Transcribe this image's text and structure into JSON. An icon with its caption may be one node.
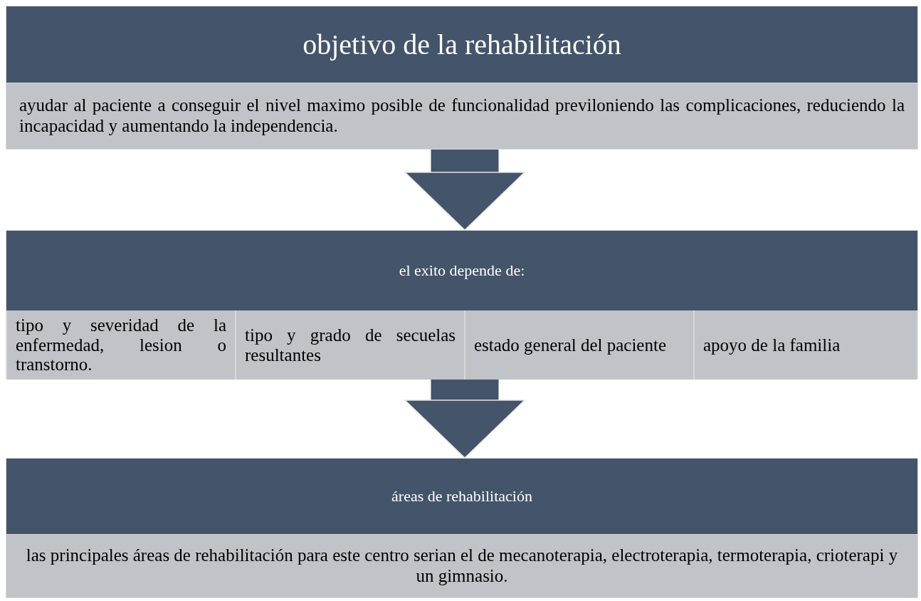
{
  "diagram": {
    "nodes": [
      {
        "text": [
          "objetivo de la rehabilitación",
          "ayudar al paciente a conseguir el nivel maximo posible de funcionalidad previloniendo las complicaciones, reduciendo la incapacidad y aumentando la independencia."
        ]
      },
      {
        "text": [
          "el exito depende de:"
        ]
      },
      {
        "text": [
          "tipo y severidad de la enfermedad, lesion o transtorno."
        ],
        "in": 1
      },
      {
        "text": [
          "tipo y grado de secuelas resultantes"
        ],
        "in": 1
      },
      {
        "text": [
          "estado general del paciente"
        ],
        "in": 1
      },
      {
        "text": [
          "apoyo de la familia"
        ],
        "in": 1
      },
      {
        "text": [
          "áreas de rehabilitación",
          "las principales áreas de rehabilitación para este centro serian el de mecanoterapia, electroterapia, termoterapia, crioterapi y un gimnasio."
        ]
      }
    ],
    "edges": [
      {
        "from": 0,
        "to": 1,
        "arrow": "to"
      },
      {
        "from": 1,
        "to": 6,
        "arrow": "to"
      }
    ]
  }
}
